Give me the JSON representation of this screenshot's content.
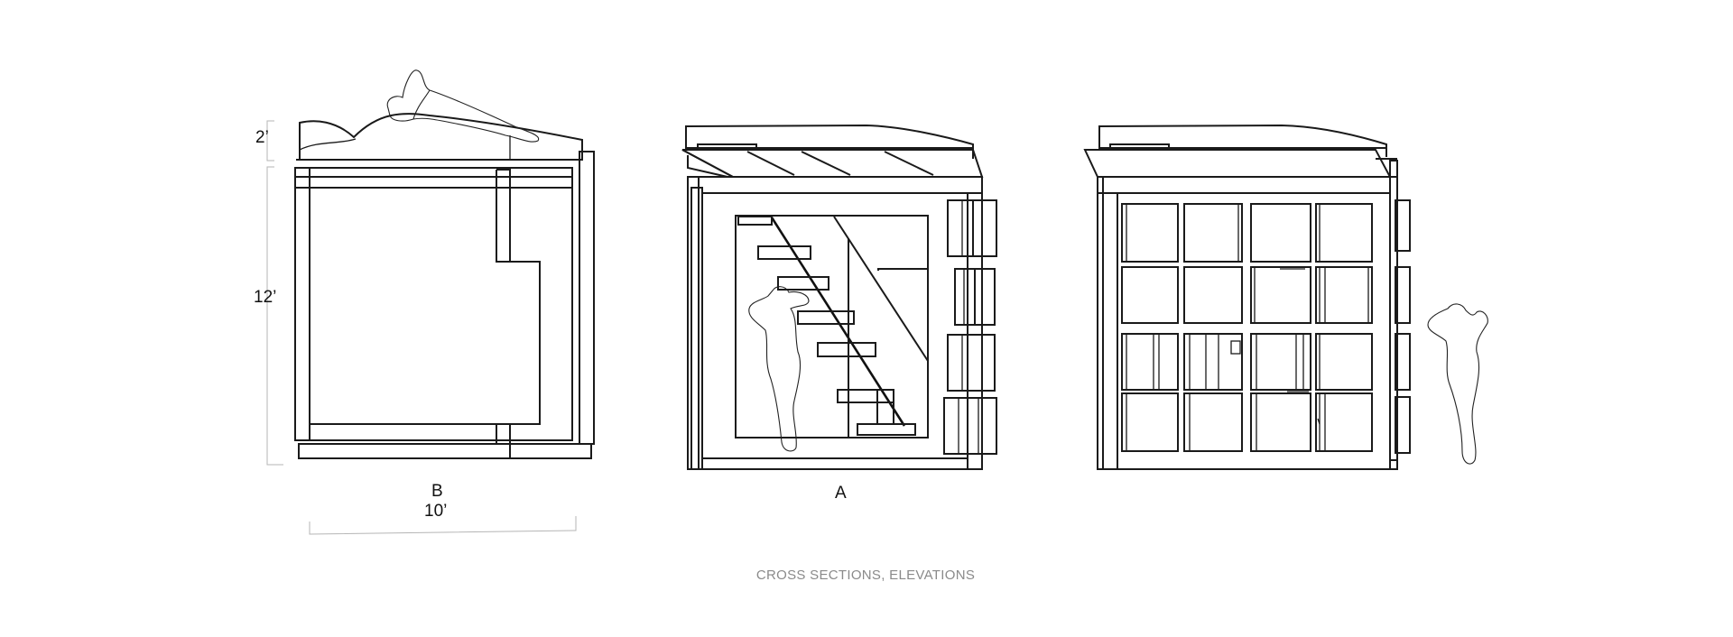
{
  "dimensions": {
    "roof_height": "2’",
    "wall_height": "12’",
    "width": "10’"
  },
  "section_labels": {
    "section_b": "B",
    "section_a": "A"
  },
  "caption": "CROSS SECTIONS, ELEVATIONS"
}
